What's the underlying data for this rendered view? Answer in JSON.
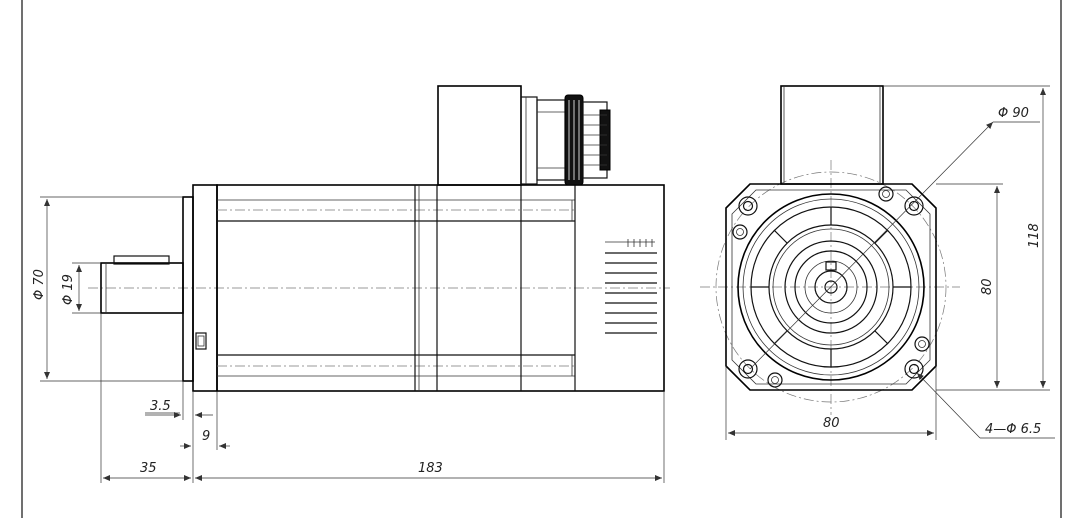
{
  "drawing": {
    "side_view": {
      "dim_overall_length": "183",
      "dim_shaft_length": "35",
      "dim_flange_thickness": "9",
      "dim_spigot_depth": "3.5",
      "dim_spigot_diameter": "Φ 70",
      "dim_shaft_diameter": "Φ 19"
    },
    "front_view": {
      "dim_pitch_circle": "Φ 90",
      "dim_total_height": "118",
      "dim_flange_height": "80",
      "dim_flange_width": "80",
      "dim_mounting_holes": "4—Φ 6.5"
    }
  }
}
